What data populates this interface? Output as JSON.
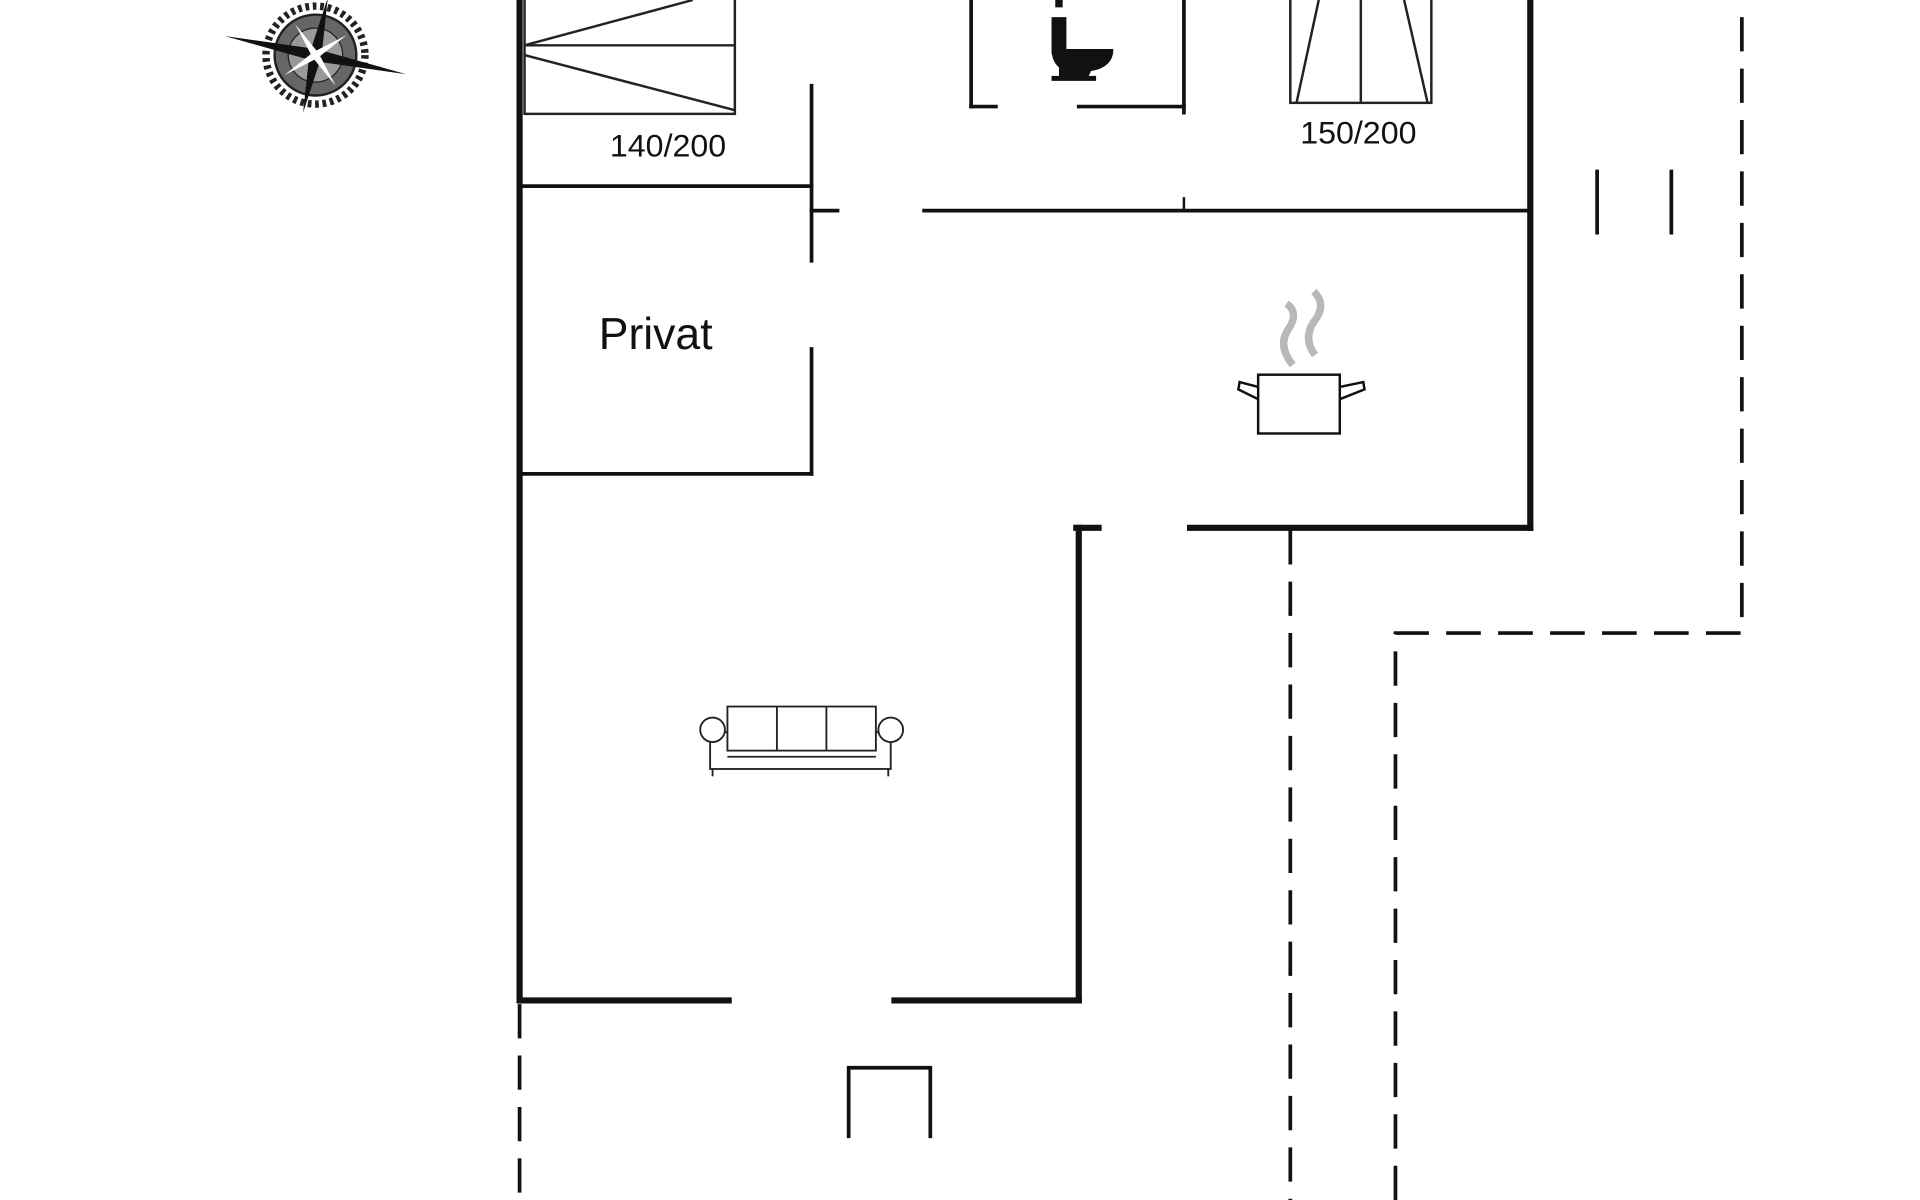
{
  "floorplan": {
    "rooms": {
      "bedroom_1": {
        "bed_size": "140/200"
      },
      "bedroom_2": {
        "bed_size": "150/200"
      },
      "private_room": {
        "label": "Privat"
      }
    },
    "icons": [
      "compass-rose-icon",
      "toilet-icon",
      "double-bed-icon",
      "cooking-pot-icon",
      "sofa-icon"
    ],
    "colors": {
      "lines": "#111111",
      "steam": "#b8b8b8",
      "background": "#ffffff"
    }
  }
}
